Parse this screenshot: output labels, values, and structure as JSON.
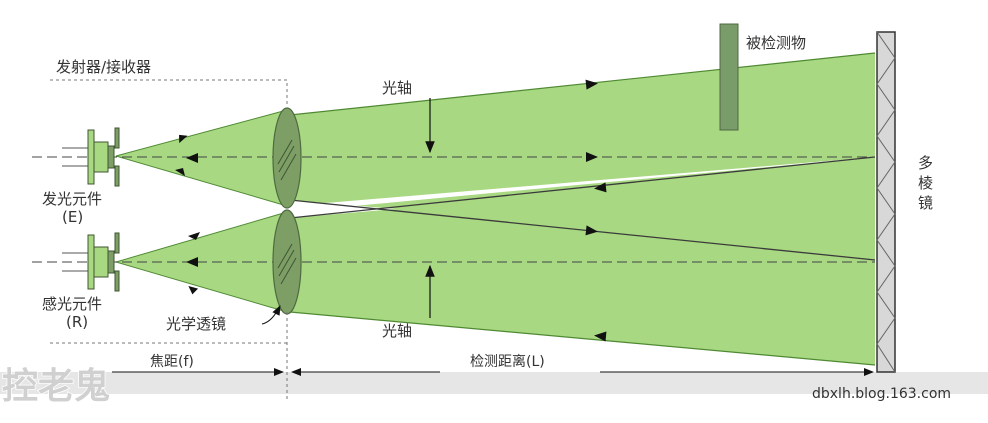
{
  "labels": {
    "transceiver": "发射器/接收器",
    "target_object": "被检测物",
    "optical_axis_top": "光轴",
    "optical_axis_bottom": "光轴",
    "emitter": "发光元件",
    "emitter_code": "(E)",
    "receiver": "感光元件",
    "receiver_code": "(R)",
    "lens": "光学透镜",
    "focal_length": "焦距(f)",
    "detection_distance": "检测距离(L)",
    "mirror_chars": [
      "多",
      "棱",
      "镜"
    ]
  },
  "watermarks": {
    "left_text": "控老鬼",
    "right_text": "dbxlh.blog.163.com"
  },
  "colors": {
    "beam_fill": "#a8d882",
    "beam_fill_light": "#bde39f",
    "beam_edge": "#5a9a3c",
    "lens_fill": "#7d9f66",
    "target_fill": "#7a9b6a",
    "mirror_fill": "#d8d8d8",
    "text": "#333333",
    "ground": "#e6e6e6"
  }
}
